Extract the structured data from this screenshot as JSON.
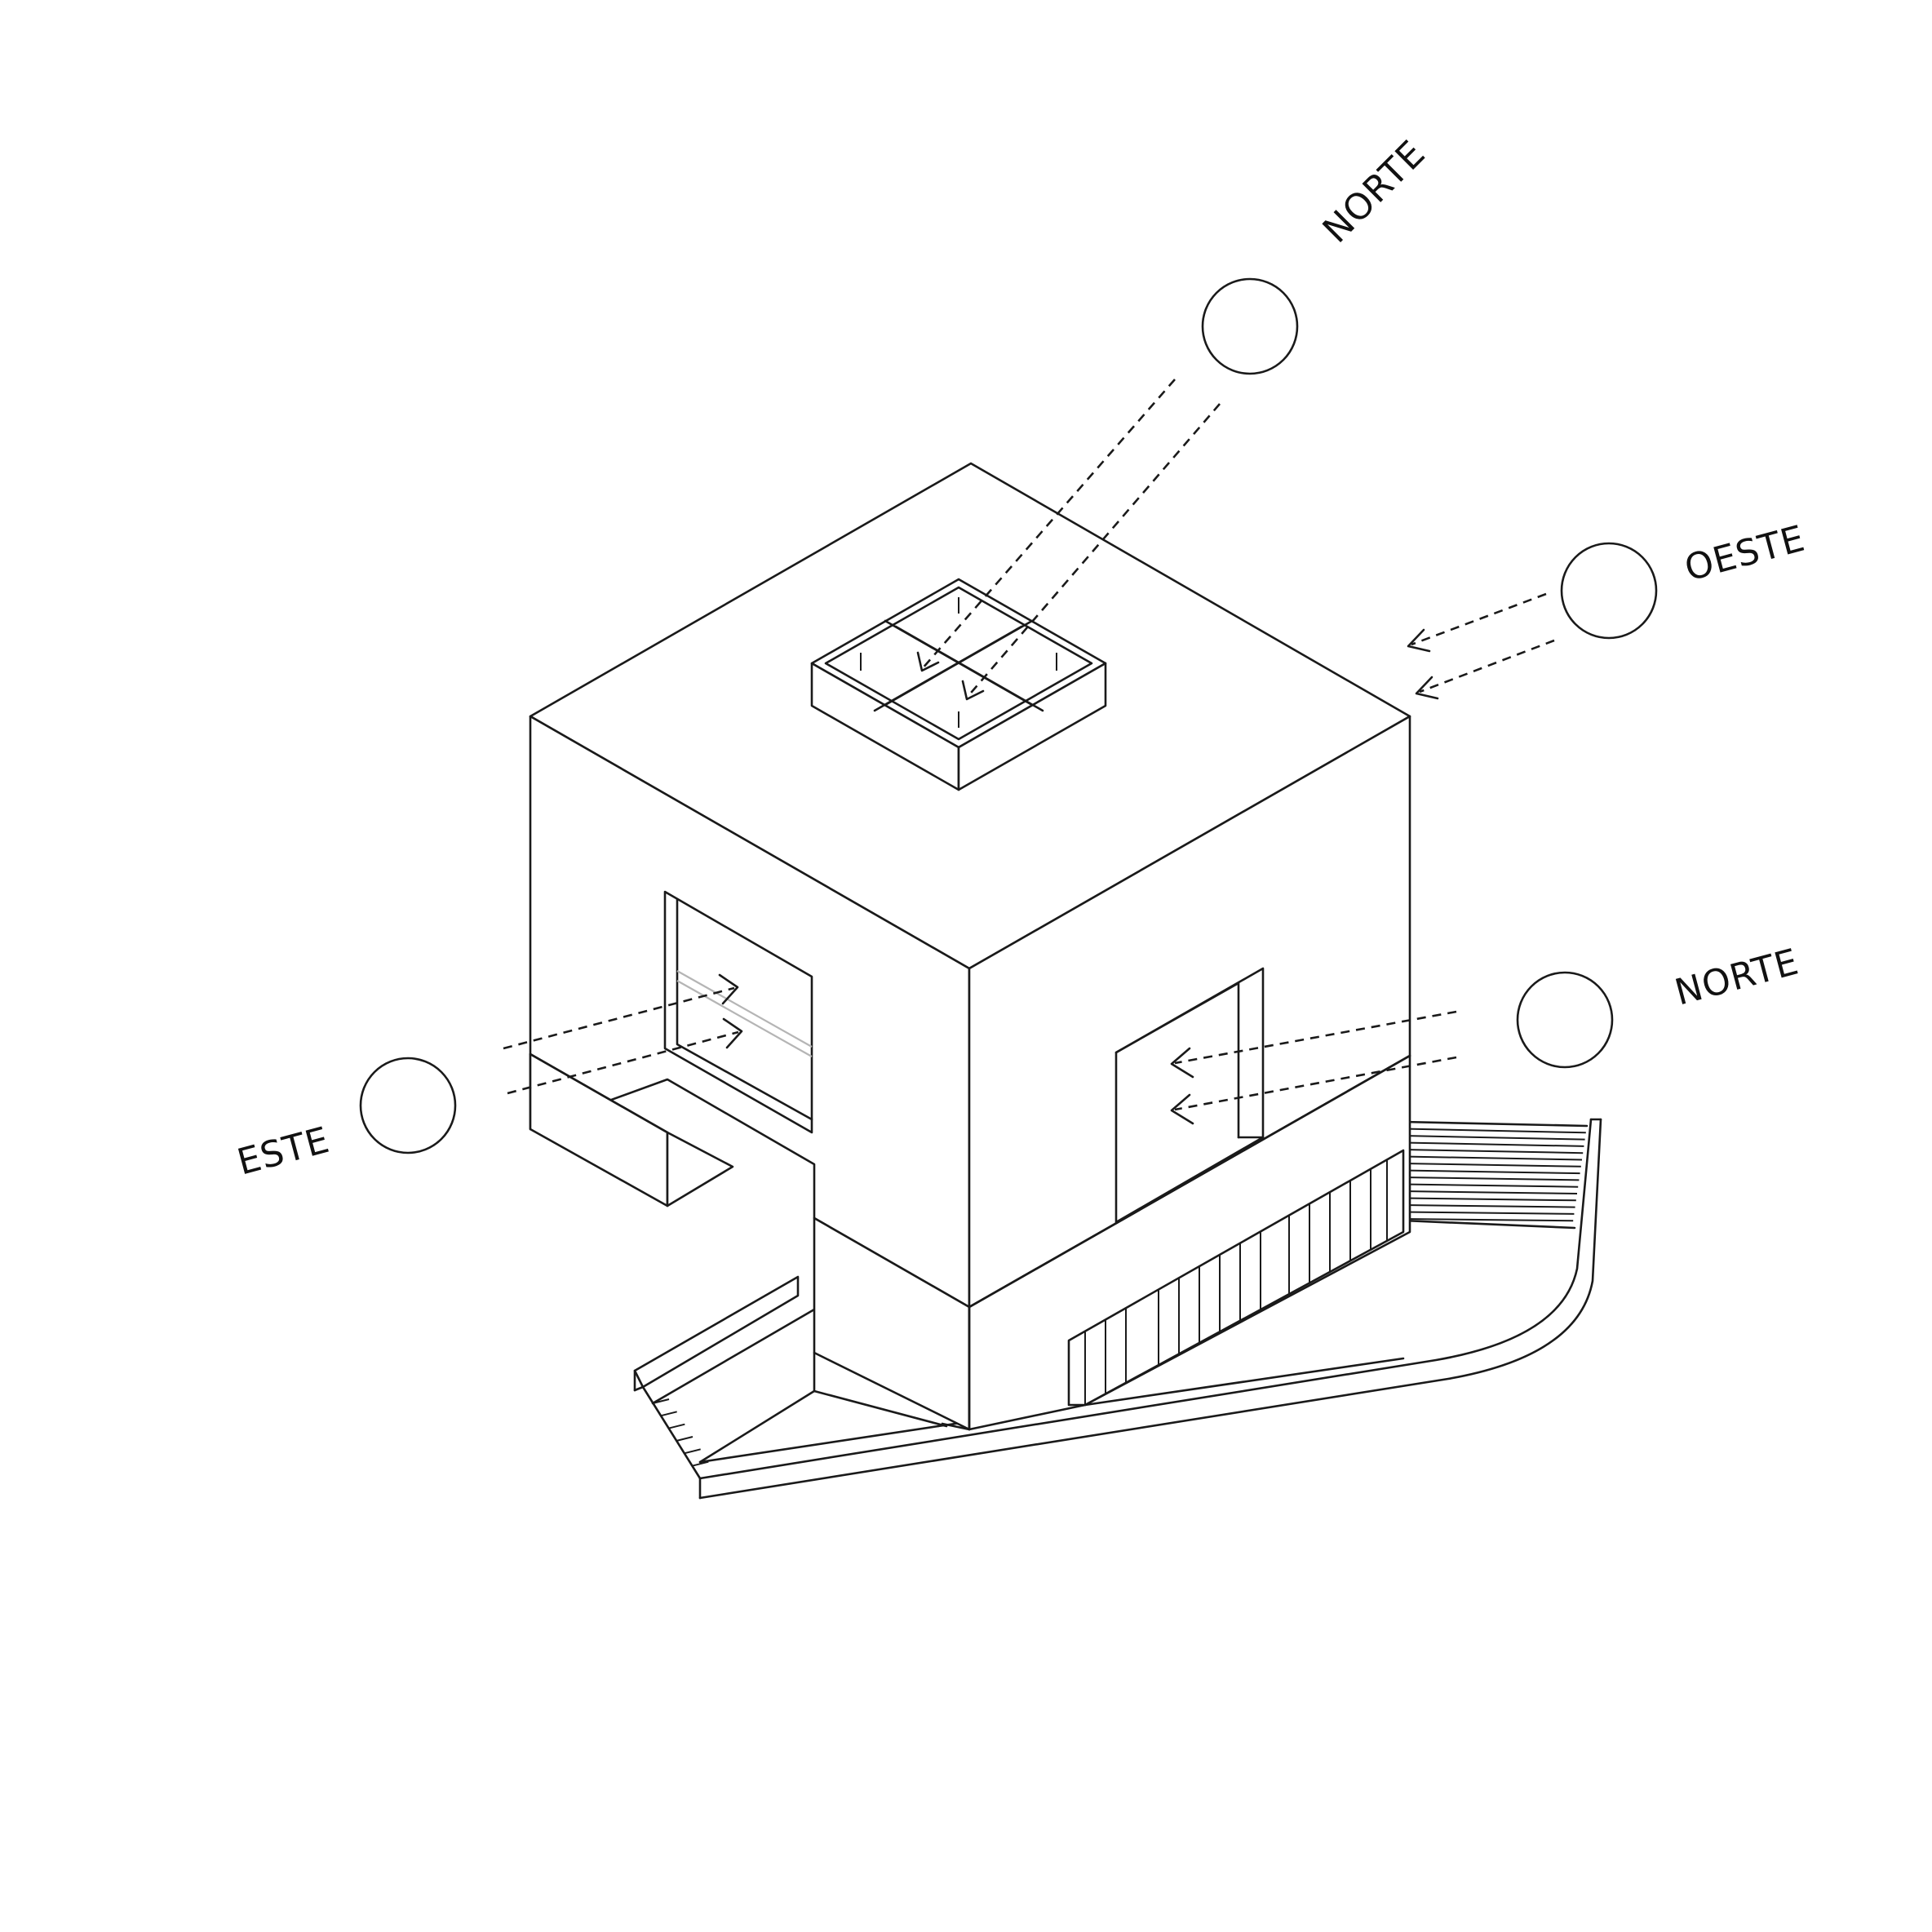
{
  "diagram": {
    "background": "#ffffff",
    "line_color": "#1a1a1a",
    "sun_labels": [
      {
        "id": "sun-top",
        "text": "NORTE"
      },
      {
        "id": "sun-right-upper",
        "text": "OESTE"
      },
      {
        "id": "sun-right-lower",
        "text": "NORTE"
      },
      {
        "id": "sun-left",
        "text": "ESTE"
      }
    ]
  }
}
